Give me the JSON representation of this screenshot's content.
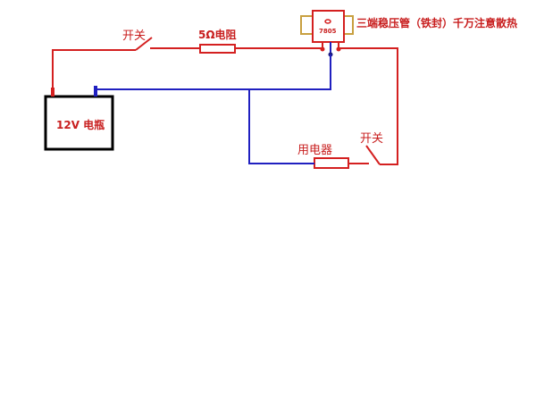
{
  "labels": {
    "switch1": "开关",
    "resistor": "5Ω电阻",
    "regulator_part": "7805",
    "regulator_note": "三端稳压管（铁封）千万注意散热",
    "battery": "12V 电瓶",
    "load": "用电器",
    "switch2": "开关"
  },
  "colors": {
    "positive": "#d42020",
    "negative": "#2020c0",
    "outline": "#000000"
  }
}
